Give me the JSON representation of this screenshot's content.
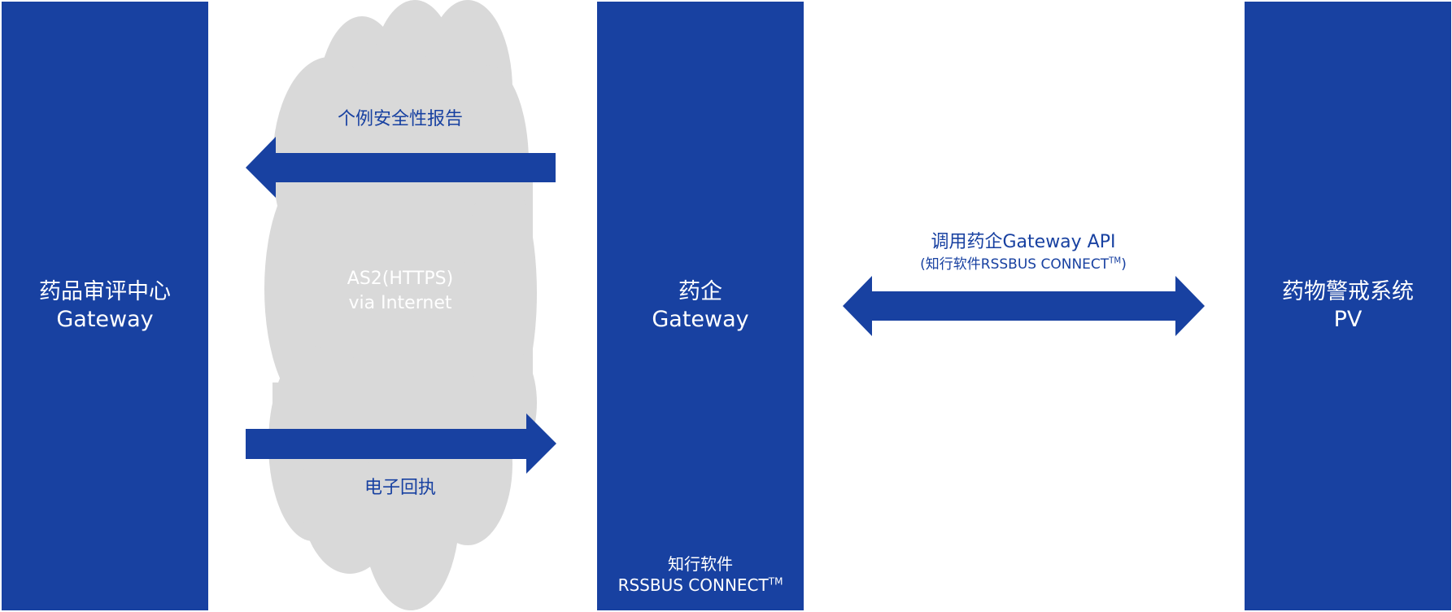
{
  "colors": {
    "box": "#1841a1",
    "cloud": "#d9d9d9",
    "arrow": "#1841a1",
    "background": "#ffffff"
  },
  "nodes": {
    "cde": {
      "line1": "药品审评中心",
      "line2": "Gateway"
    },
    "pharma": {
      "line1": "药企",
      "line2": "Gateway",
      "vendor_line1": "知行软件",
      "vendor_line2": "RSSBUS CONNECT",
      "vendor_tm": "TM"
    },
    "pv": {
      "line1": "药物警戒系统",
      "line2": "PV"
    }
  },
  "cloud": {
    "line1": "AS2(HTTPS)",
    "line2": "via Internet"
  },
  "edges": {
    "icsr": {
      "label": "个例安全性报告",
      "direction": "pharma-to-cde"
    },
    "receipt": {
      "label": "电子回执",
      "direction": "cde-to-pharma"
    },
    "api": {
      "label_line1": "调用药企Gateway API",
      "label_line2_prefix": "(知行软件RSSBUS CONNECT",
      "label_tm": "TM",
      "label_line2_suffix": ")",
      "direction": "bidirectional"
    }
  }
}
